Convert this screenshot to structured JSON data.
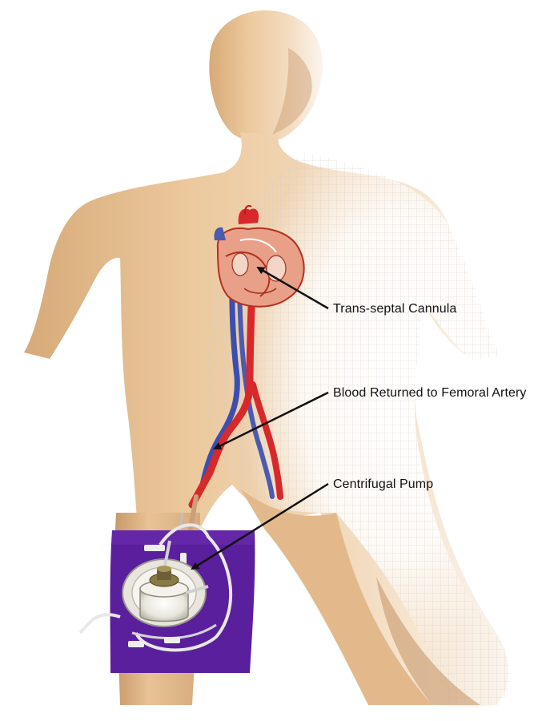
{
  "labels": {
    "cannula": "Trans-septal Cannula",
    "artery": "Blood Returned to Femoral Artery",
    "pump": "Centrifugal Pump"
  },
  "colors": {
    "skin": "#e9c59a",
    "skin_shadow": "#c99a6a",
    "mesh": "#d9d2cc",
    "artery": "#d8282c",
    "vein": "#4a5bb0",
    "heart_muscle": "#e8a089",
    "pump_sleeve": "#5a1f9c",
    "pump_housing": "#f0eee6",
    "arrow": "#111111"
  },
  "icons": [
    "heart-illustration",
    "centrifugal-pump-device",
    "body-figure"
  ]
}
